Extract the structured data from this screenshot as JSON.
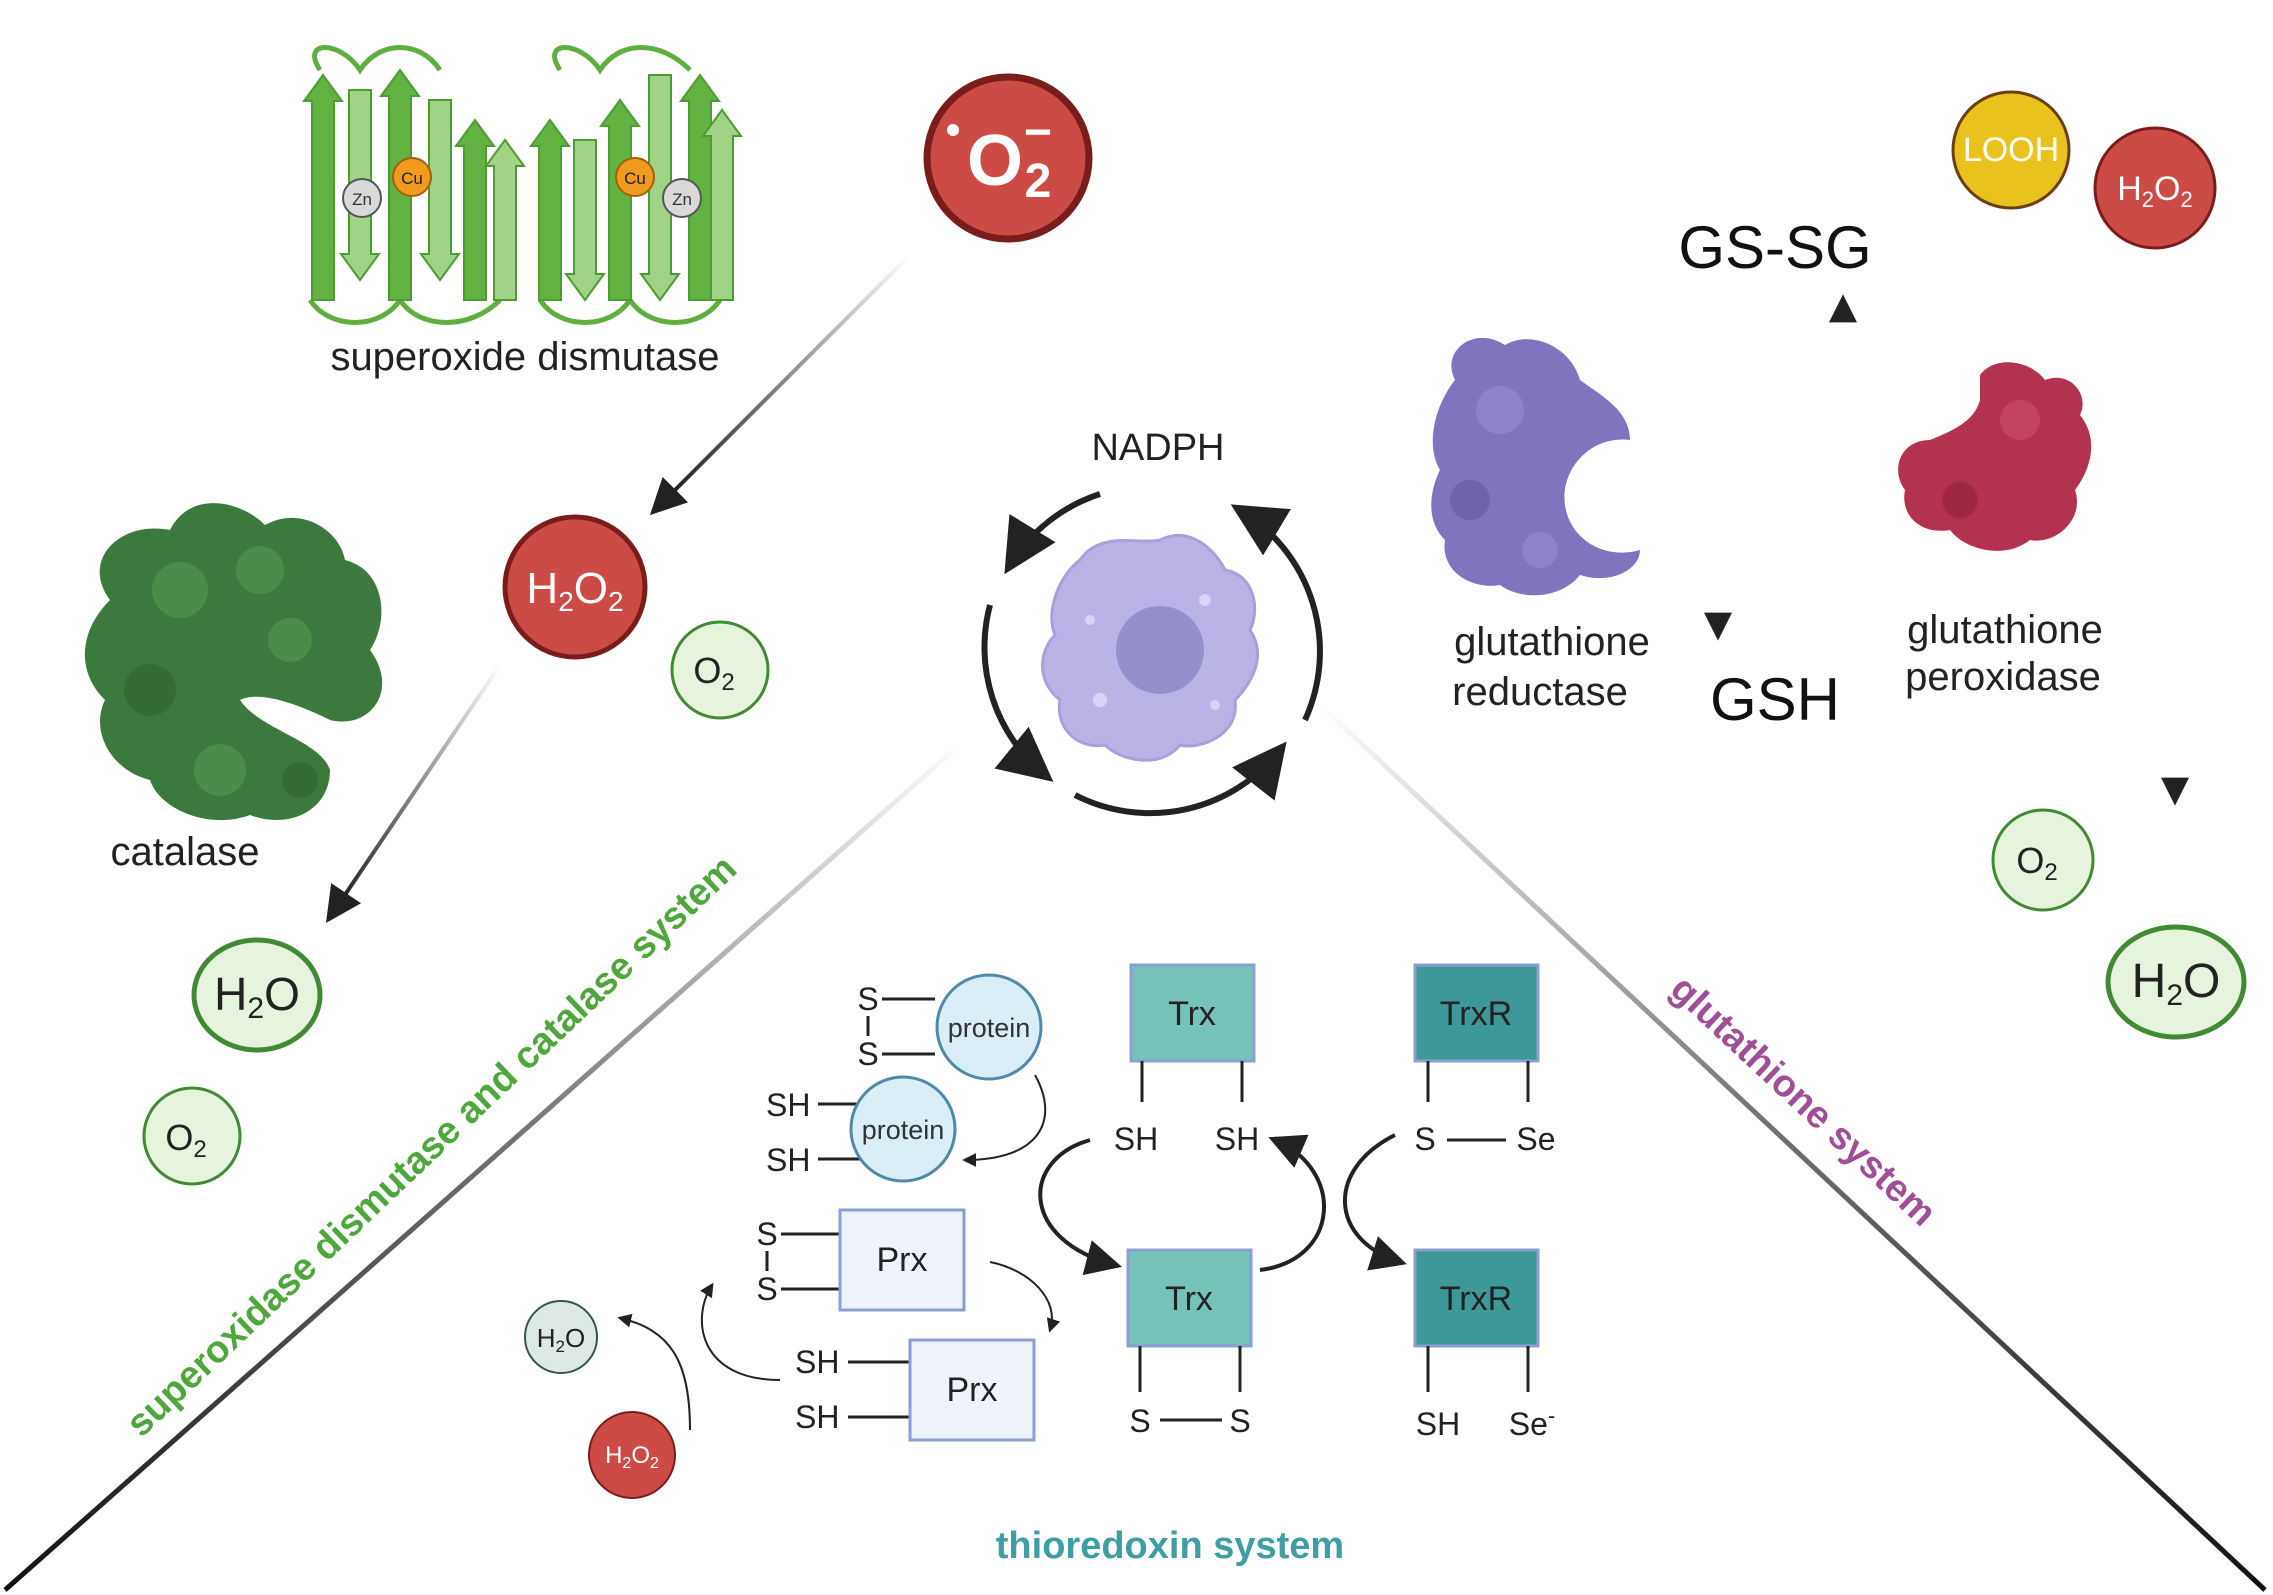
{
  "colors": {
    "sod_green": "#62b242",
    "catalase_green": "#3b7a3c",
    "superoxide_red": "#cd4b45",
    "looh_yellow": "#e9c21d",
    "o2_fill": "#e6f4dd",
    "o2_stroke": "#3f8a33",
    "reductase_purple": "#7f74be",
    "peroxidase_red": "#b3324f",
    "trx_teal": "#74c2b8",
    "trxr_teal": "#3e9898",
    "prx_fill": "#eef2fb",
    "protein_fill": "#d9eef7",
    "cell_fill": "#b9b3e6",
    "nucleus_fill": "#9590cc",
    "sod_label_color": "#4ea73b",
    "gsh_label_color": "#a04f96",
    "trx_label_color": "#3f9ea3"
  },
  "sod": {
    "enzyme_label": "superoxide dismutase",
    "metal_zn": "Zn",
    "metal_cu": "Cu",
    "superoxide_main": "O",
    "superoxide_sub": "2",
    "superoxide_sup": "−",
    "h2o2_main": "H",
    "h2o2_sub1": "2",
    "h2o2_mid": "O",
    "h2o2_sub2": "2",
    "o2_main": "O",
    "o2_sub": "2"
  },
  "catalase": {
    "enzyme_label": "catalase",
    "h2o_main": "H",
    "h2o_sub": "2",
    "h2o_end": "O",
    "o2_main": "O",
    "o2_sub": "2"
  },
  "center": {
    "nadph": "NADPH"
  },
  "glutathione": {
    "gssg": "GS-SG",
    "gsh": "GSH",
    "reductase_line1": "glutathione",
    "reductase_line2": "reductase",
    "peroxidase_line1": "glutathione",
    "peroxidase_line2": "peroxidase",
    "looh": "LOOH",
    "h2o2_main": "H",
    "h2o2_sub1": "2",
    "h2o2_mid": "O",
    "h2o2_sub2": "2",
    "o2_main": "O",
    "o2_sub": "2",
    "h2o_main": "H",
    "h2o_sub": "2",
    "h2o_end": "O"
  },
  "thioredoxin": {
    "trx": "Trx",
    "trxr": "TrxR",
    "prx": "Prx",
    "protein": "protein",
    "s": "S",
    "sh": "SH",
    "se": "Se",
    "se_minus": "-",
    "h2o_main": "H",
    "h2o_sub": "2",
    "h2o_end": "O",
    "h2o2_main": "H",
    "h2o2_sub1": "2",
    "h2o2_mid": "O",
    "h2o2_sub2": "2"
  },
  "system_labels": {
    "sod_catalase": "superoxidase dismutase and catalase system",
    "glutathione": "glutathione system",
    "thioredoxin": "thioredoxin system"
  }
}
